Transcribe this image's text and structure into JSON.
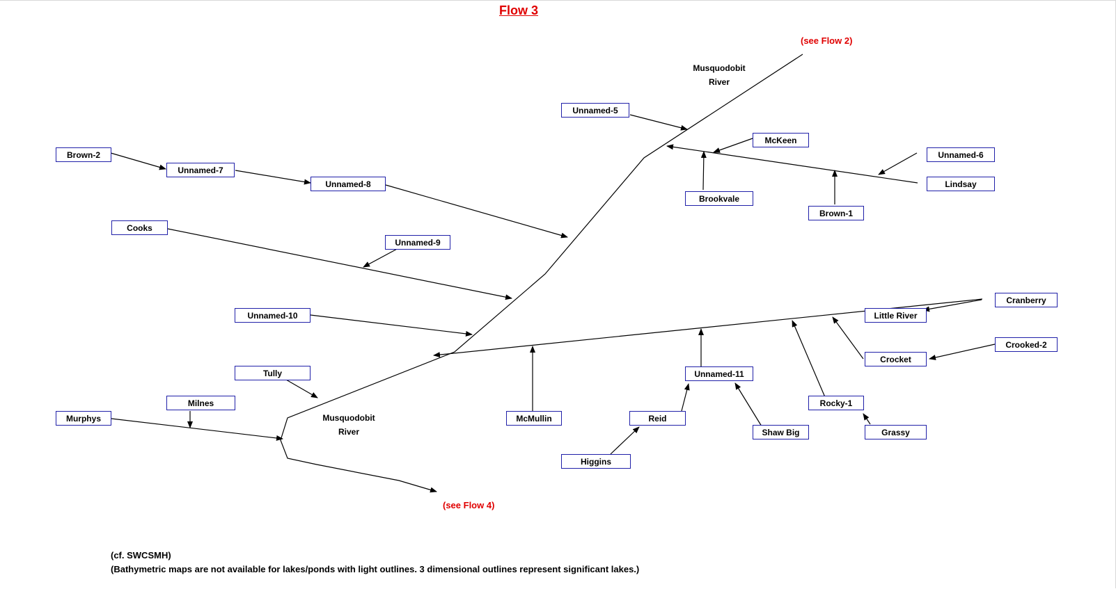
{
  "title": "Flow 3",
  "refs": {
    "upstream": "(see Flow 2)",
    "downstream": "(see Flow 4)"
  },
  "rivers": {
    "upper": {
      "line1": "Musquodobit",
      "line2": "River"
    },
    "lower": {
      "line1": "Musquodobit",
      "line2": "River"
    }
  },
  "lakes": {
    "brown2": "Brown-2",
    "unnamed7": "Unnamed-7",
    "unnamed8": "Unnamed-8",
    "cooks": "Cooks",
    "unnamed9": "Unnamed-9",
    "unnamed10": "Unnamed-10",
    "tully": "Tully",
    "milnes": "Milnes",
    "murphys": "Murphys",
    "unnamed5": "Unnamed-5",
    "mckeen": "McKeen",
    "unnamed6": "Unnamed-6",
    "lindsay": "Lindsay",
    "brookvale": "Brookvale",
    "brown1": "Brown-1",
    "cranberry": "Cranberry",
    "little_river": "Little River",
    "crooked2": "Crooked-2",
    "crocket": "Crocket",
    "unnamed11": "Unnamed-11",
    "rocky1": "Rocky-1",
    "grassy": "Grassy",
    "shaw_big": "Shaw Big",
    "reid": "Reid",
    "higgins": "Higgins",
    "mcmullin": "McMullin"
  },
  "notes": {
    "source": "(cf. SWCSMH)",
    "disclaimer": "(Bathymetric maps are not available for lakes/ponds with light outlines. 3 dimensional outlines represent significant lakes.)"
  },
  "colors": {
    "title": "#e00000",
    "box_border": "#1f1fa8",
    "line": "#000000"
  }
}
